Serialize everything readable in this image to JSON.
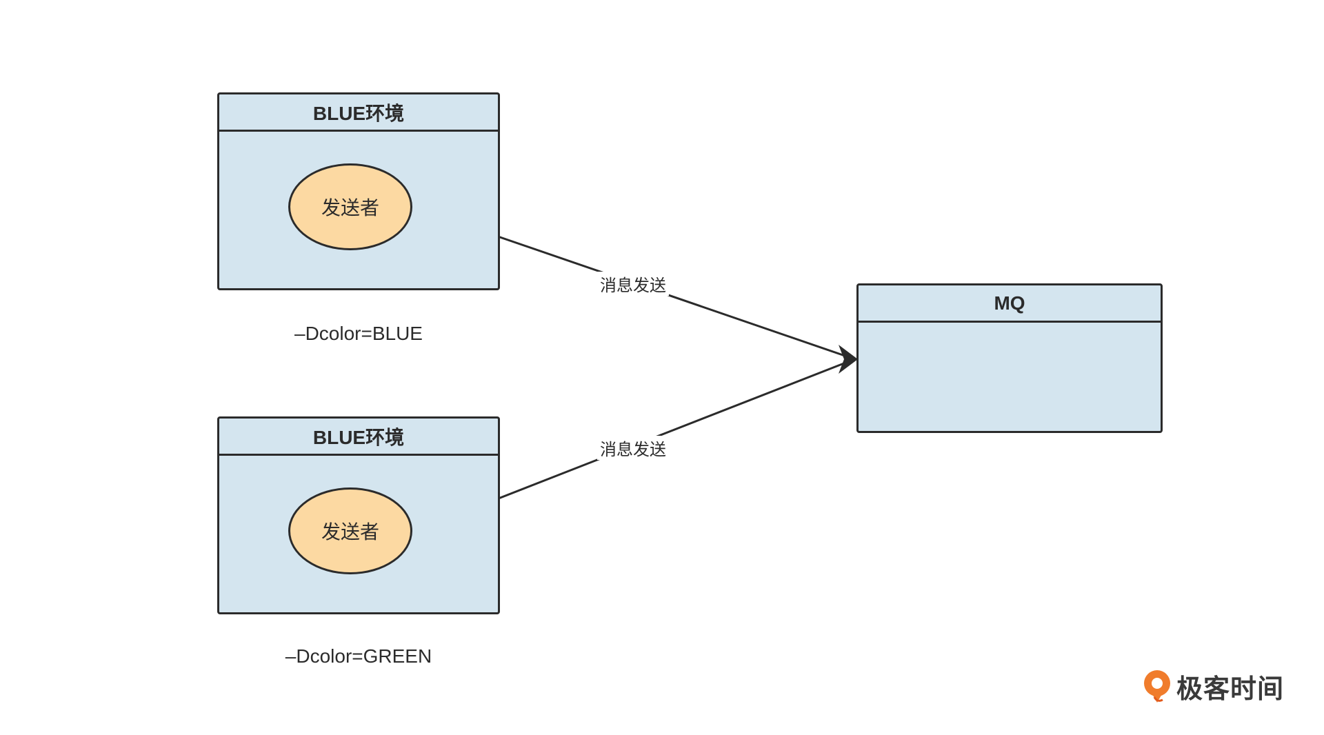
{
  "nodes": {
    "blue_env": {
      "title": "BLUE环境",
      "sender": "发送者",
      "caption": "–Dcolor=BLUE"
    },
    "green_env": {
      "title": "BLUE环境",
      "sender": "发送者",
      "caption": "–Dcolor=GREEN"
    },
    "mq": {
      "title": "MQ"
    }
  },
  "edges": [
    {
      "from": "blue_env.sender",
      "to": "mq",
      "label": "消息发送"
    },
    {
      "from": "green_env.sender",
      "to": "mq",
      "label": "消息发送"
    }
  ],
  "colors": {
    "box_fill": "#d4e5ef",
    "ellipse_fill": "#fcd9a2",
    "stroke": "#2b2b2b",
    "logo_accent": "#f07c2c"
  },
  "logo": {
    "text": "极客时间",
    "icon": "geektime-logo-icon"
  }
}
